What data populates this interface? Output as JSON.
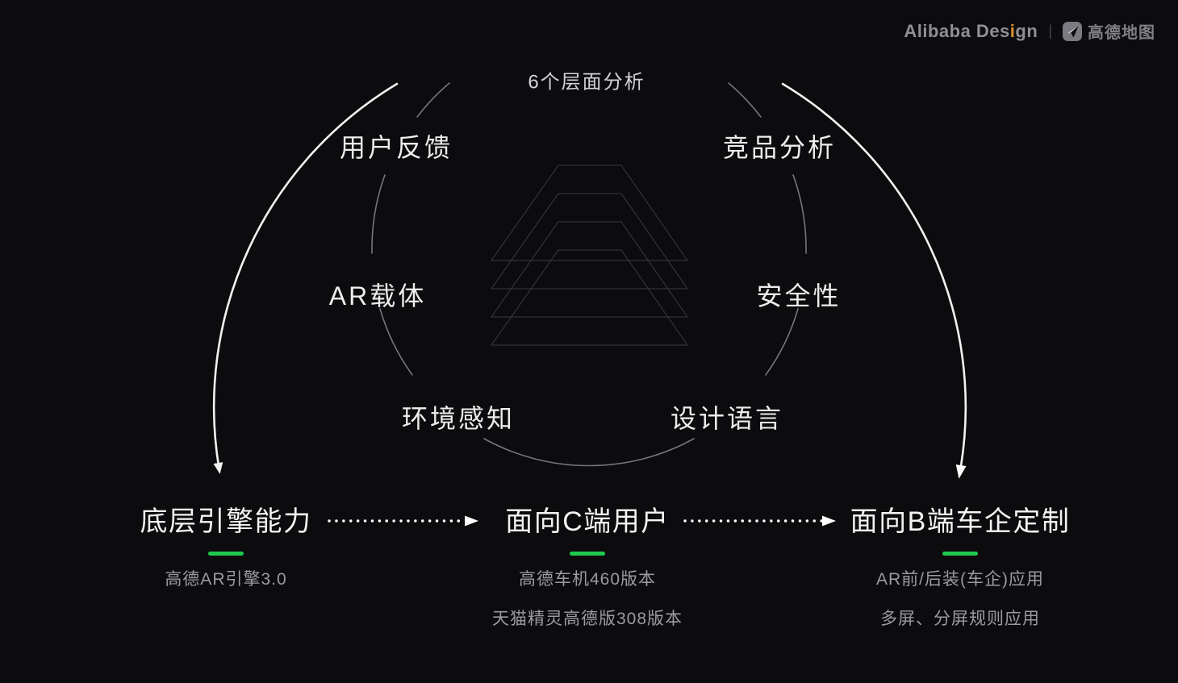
{
  "header": {
    "alibaba_part1": "Alibaba Des",
    "alibaba_accent_letter": "i",
    "alibaba_part2": "gn",
    "divider": "|",
    "amap_name": "高德地图"
  },
  "diagram": {
    "title": "6个层面分析",
    "circle_labels": [
      {
        "id": "user-feedback",
        "text": "用户反馈"
      },
      {
        "id": "competitor-analysis",
        "text": "竞品分析"
      },
      {
        "id": "ar-carrier",
        "text": "AR载体"
      },
      {
        "id": "safety",
        "text": "安全性"
      },
      {
        "id": "environment-perception",
        "text": "环境感知"
      },
      {
        "id": "design-language",
        "text": "设计语言"
      }
    ]
  },
  "bottom_items": [
    {
      "title": "底层引擎能力",
      "lines": [
        "高德AR引擎3.0"
      ]
    },
    {
      "title": "面向C端用户",
      "lines": [
        "高德车机460版本",
        "天猫精灵高德版308版本"
      ]
    },
    {
      "title": "面向B端车企定制",
      "lines": [
        "AR前/后装(车企)应用",
        "多屏、分屏规则应用"
      ]
    }
  ],
  "colors": {
    "background": "#0c0c0f",
    "accent_green": "#1fc94d",
    "brand_orange": "#d9912f",
    "arrow_white": "#f2f2f2",
    "arc_gray": "#75757a",
    "pyramid_gray": "#3a3a41"
  }
}
